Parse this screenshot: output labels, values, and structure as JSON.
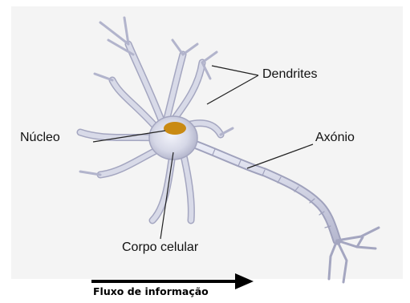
{
  "labels": {
    "dendrites": "Dendrites",
    "nucleo": "Núcleo",
    "axonio": "Axónio",
    "corpo_celular": "Corpo celular",
    "fluxo": "Fluxo de informação"
  },
  "colors": {
    "background": "#f4f4f4",
    "neuron_body": "#d9dbe8",
    "neuron_edge": "#a4a6c0",
    "nucleus": "#c98a14",
    "leader_line": "#222222",
    "arrow": "#000000"
  }
}
